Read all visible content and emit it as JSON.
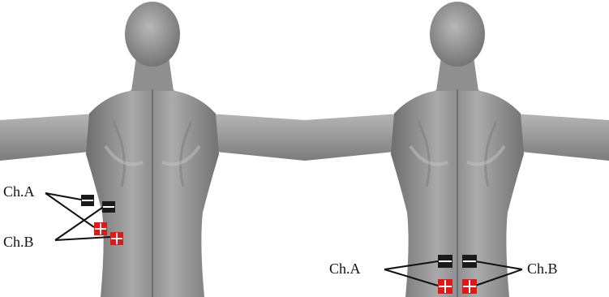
{
  "figures": [
    {
      "id": "paravertebral",
      "labels": {
        "channel_a": "Ch.A",
        "channel_b": "Ch.B"
      }
    },
    {
      "id": "lower-back",
      "labels": {
        "channel_a": "Ch.A",
        "channel_b": "Ch.B"
      }
    }
  ],
  "electrode_legend": {
    "negative_color": "#1a1a1a",
    "positive_color": "#e01818",
    "negative_icon": "minus-electrode-icon",
    "positive_icon": "plus-electrode-icon"
  }
}
